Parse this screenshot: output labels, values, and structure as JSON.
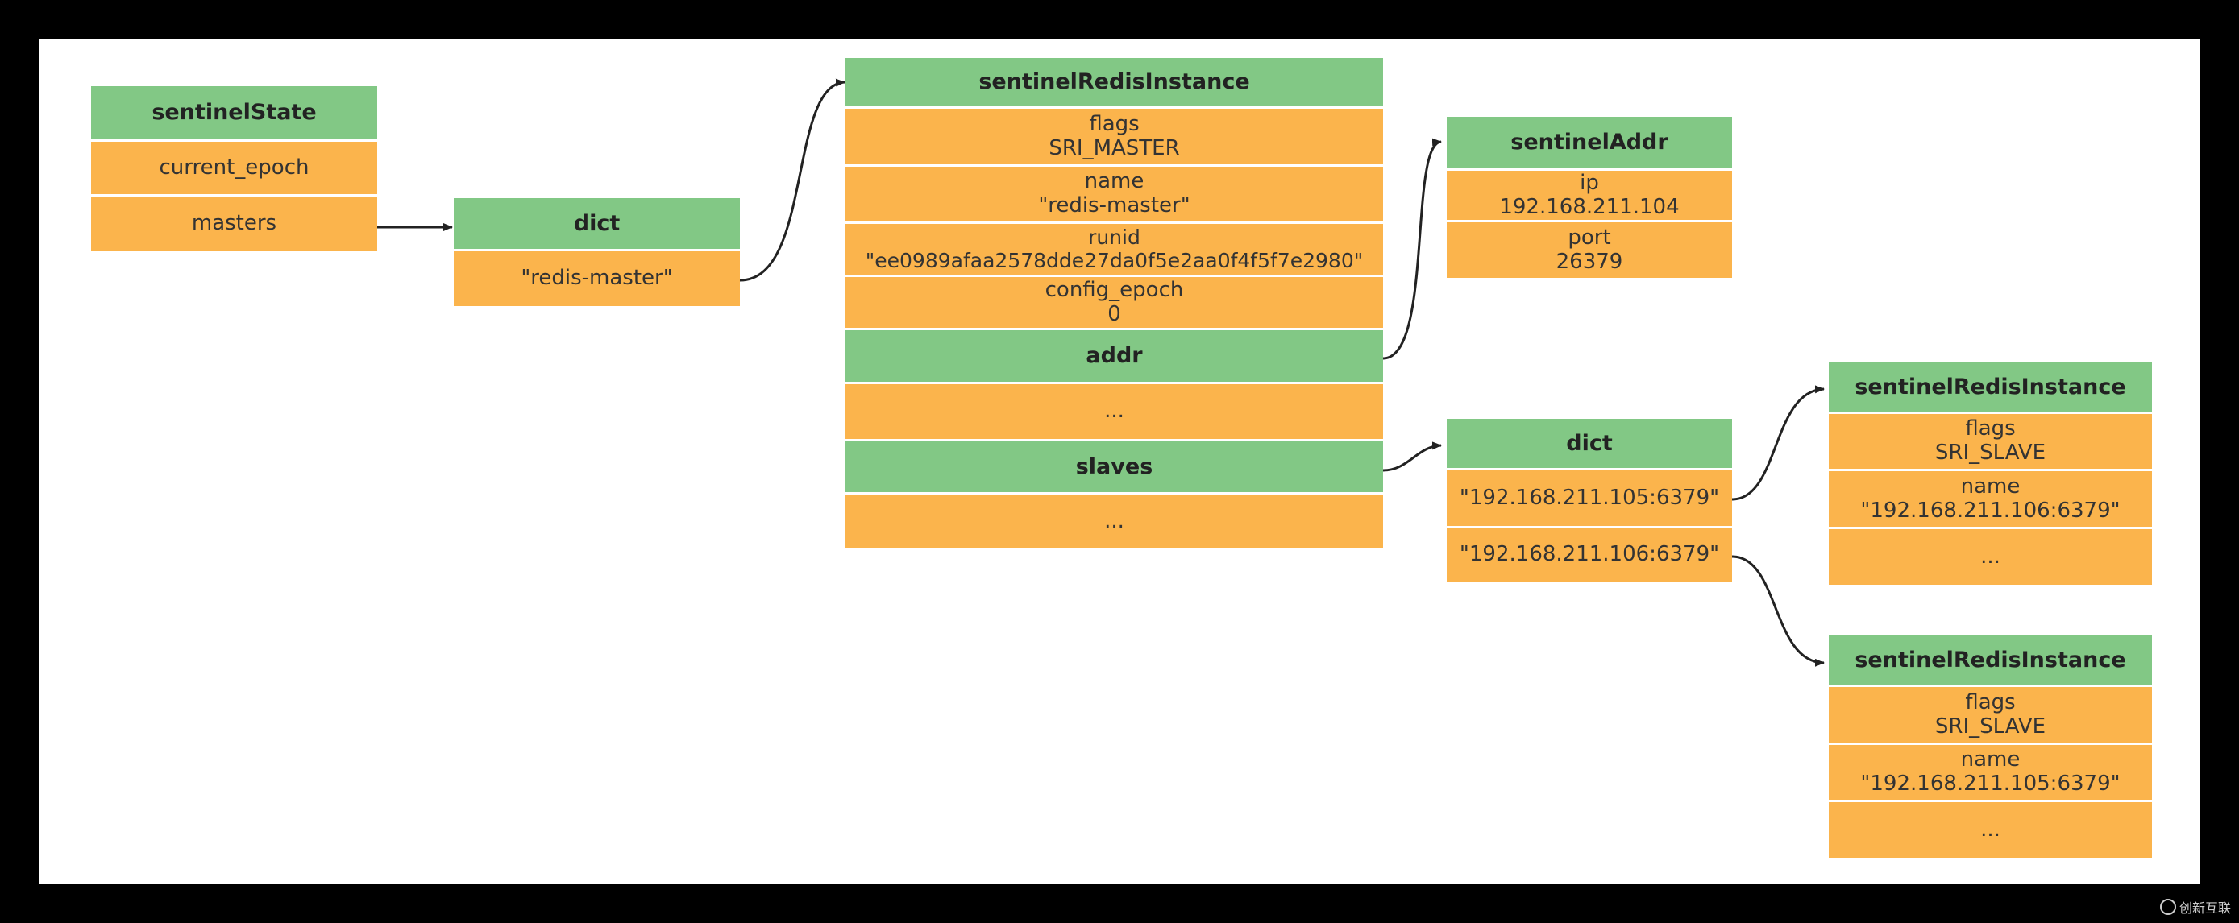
{
  "colors": {
    "header": "#82c885",
    "field": "#fbb44c",
    "arrow": "#222222"
  },
  "sentinel_state": {
    "title": "sentinelState",
    "fields": [
      "current_epoch",
      "masters"
    ]
  },
  "masters_dict": {
    "title": "dict",
    "fields": [
      "\"redis-master\""
    ]
  },
  "master_instance": {
    "title": "sentinelRedisInstance",
    "flags_label": "flags",
    "flags_value": "SRI_MASTER",
    "name_label": "name",
    "name_value": "\"redis-master\"",
    "runid_label": "runid",
    "runid_value": "\"ee0989afaa2578dde27da0f5e2aa0f4f5f7e2980\"",
    "config_epoch_label": "config_epoch",
    "config_epoch_value": "0",
    "addr": "addr",
    "ellipsis_1": "...",
    "slaves": "slaves",
    "ellipsis_2": "..."
  },
  "sentinel_addr": {
    "title": "sentinelAddr",
    "ip_label": "ip",
    "ip_value": "192.168.211.104",
    "port_label": "port",
    "port_value": "26379"
  },
  "slaves_dict": {
    "title": "dict",
    "fields": [
      "\"192.168.211.105:6379\"",
      "\"192.168.211.106:6379\""
    ]
  },
  "slave_instance_1": {
    "title": "sentinelRedisInstance",
    "flags_label": "flags",
    "flags_value": "SRI_SLAVE",
    "name_label": "name",
    "name_value": "\"192.168.211.106:6379\"",
    "ellipsis": "..."
  },
  "slave_instance_2": {
    "title": "sentinelRedisInstance",
    "flags_label": "flags",
    "flags_value": "SRI_SLAVE",
    "name_label": "name",
    "name_value": "\"192.168.211.105:6379\"",
    "ellipsis": "..."
  },
  "watermark": {
    "text": "创新互联"
  }
}
